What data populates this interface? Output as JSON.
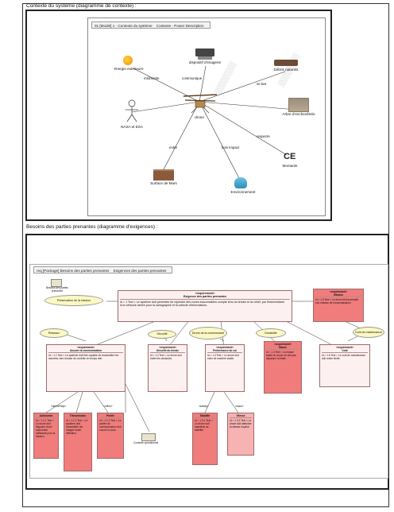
{
  "section1": {
    "title": "Contexte du système (diagramme de contexte) :",
    "tabs": [
      "01 [Model] 1 - Contexte du système",
      "Contexte - Power Description"
    ],
    "actors": {
      "energy": "énergie extérieure",
      "device": "dispositif d'imagerie",
      "debris": "Débris naturels",
      "nasa": "NASA et ESA",
      "drone": "drone",
      "tree": "Arbre d'enchevêtrée",
      "soil": "Surface de Mars",
      "comms": "Montants",
      "env": "Environnement"
    },
    "edges": {
      "alimente": "s'alimente",
      "communique": "communique",
      "se bat": "se bat",
      "entre": "entre",
      "bois_impact": "bois impact",
      "respecte": "respecte"
    }
  },
  "section2": {
    "title": "Besoins des parties prenantes (diagramme d'exigences) :",
    "tabs": [
      "req [Package] Besoins des parties prenantes",
      "Exigences des parties prenantes"
    ],
    "package_label": "Besoins des parties prenantes",
    "ellipses": {
      "e1": "Préservation de la mission",
      "e2": "Réseaux",
      "e3": "Sécurité",
      "e4": "Drone de la communauté",
      "e5": "Durabilité",
      "e6": "Coût de maintenance"
    },
    "main": {
      "stereo": "«requirement»",
      "name": "Exigence des parties prenantes",
      "text": "Id = 1 Text = Le système doit permettre de rejoindre des zones inaccessibles compte tenu du terrain et du relief, par l'intermédiaire d'un véhicule aérien pour la cartographie et la collecte d'informations."
    },
    "req_top_right": {
      "stereo": "«requirement»",
      "name": "Mission",
      "text": "Id = 1.5 Text = Le drone doit accomplir une mission de reconnaissance."
    },
    "r_left": {
      "stereo": "«requirement»",
      "name": "Assurer la communication",
      "text": "Id = 1.1 Text = Le système doit être capable de transmettre les données vers la base de contrôle en temps réel."
    },
    "r_mid": {
      "stereo": "«requirement»",
      "name": "Sécurité du terrain",
      "text": "Id = 1.2 Text = Le drone doit éviter les obstacles."
    },
    "r_mid2": {
      "stereo": "«requirement»",
      "name": "Performance du vol",
      "text": "Id = 1.3 Text = Le drone doit voler de manière stable."
    },
    "r_dk_mid": {
      "stereo": "«requirement»",
      "name": "Masse",
      "text": "Id = 1.4 Text = La masse totale du drone ne doit pas dépasser la limite."
    },
    "r_right": {
      "stereo": "«requirement»",
      "name": "Coût",
      "text": "Id = 1.6 Text = Le coût de maintenance doit rester limité."
    },
    "bottom": [
      {
        "name": "Autonomie",
        "text": "Id = 1.1.1 Text = Le drone doit disposer d'une autonomie suffisante pour la mission."
      },
      {
        "name": "Transmission",
        "text": "Id = 1.1.2 Text = Le système doit transmettre les images haute définition."
      },
      {
        "name": "Portée",
        "text": "Id = 1.1.3 Text = La portée de communication doit couvrir la zone."
      },
      {
        "name": "Stabilité",
        "text": "Id = 1.3.1 Text = Le drone doit maintenir sa stabilité."
      },
      {
        "name": "Vitesse",
        "text": "Id = 1.3.2 Text = Le drone doit atteindre la vitesse requise."
      }
    ],
    "mini_labels": [
      "«deriveReqt»",
      "«refine»",
      "«satisfy»",
      "«trace»"
    ],
    "side_label": "Contexte opérationnel"
  },
  "colors": {
    "req_dark": "#f07c7c",
    "req_light": "#fdf0f0",
    "usecase": "#fbf8c2"
  }
}
